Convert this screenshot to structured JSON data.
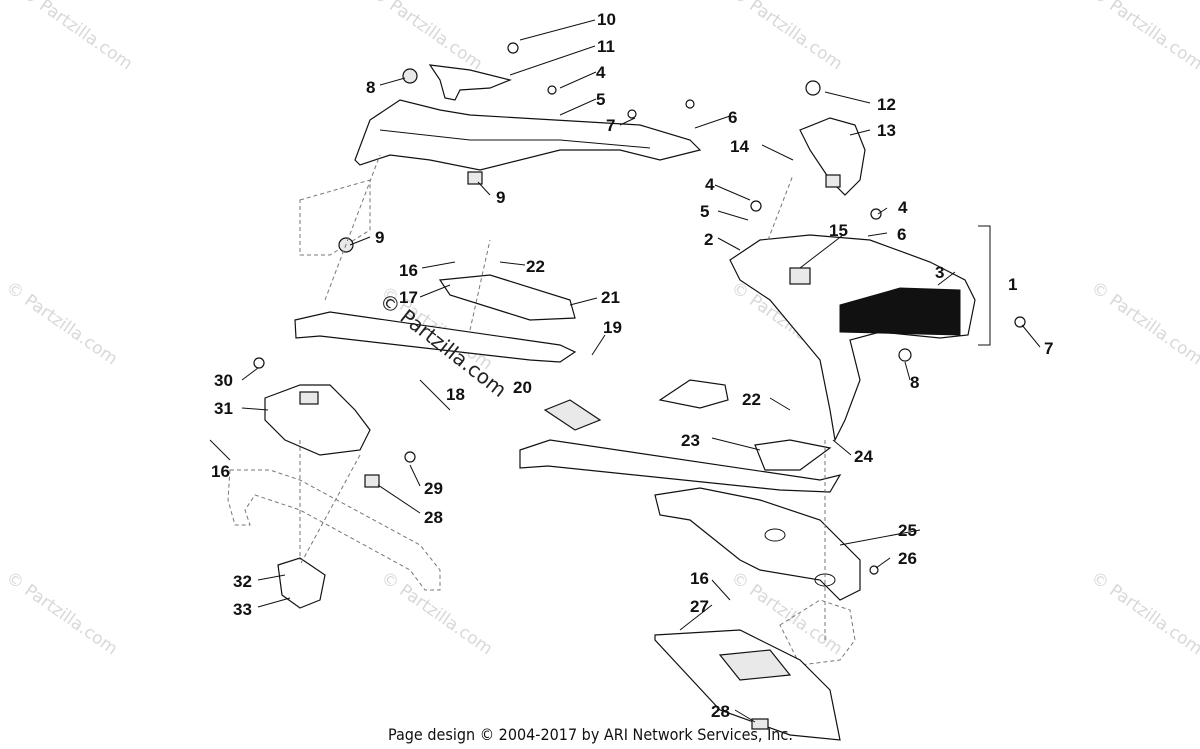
{
  "footer": "Page design © 2004-2017 by ARI Network Services, Inc.",
  "watermark": "© Partzilla.com",
  "watermark_center": "© Partzilla.com",
  "callouts": [
    "1",
    "2",
    "3",
    "4",
    "4",
    "4",
    "5",
    "5",
    "6",
    "6",
    "7",
    "7",
    "8",
    "8",
    "9",
    "9",
    "10",
    "11",
    "12",
    "13",
    "14",
    "15",
    "16",
    "16",
    "16",
    "17",
    "18",
    "19",
    "20",
    "21",
    "22",
    "22",
    "23",
    "24",
    "25",
    "26",
    "27",
    "28",
    "28",
    "29",
    "30",
    "31",
    "32",
    "33"
  ]
}
